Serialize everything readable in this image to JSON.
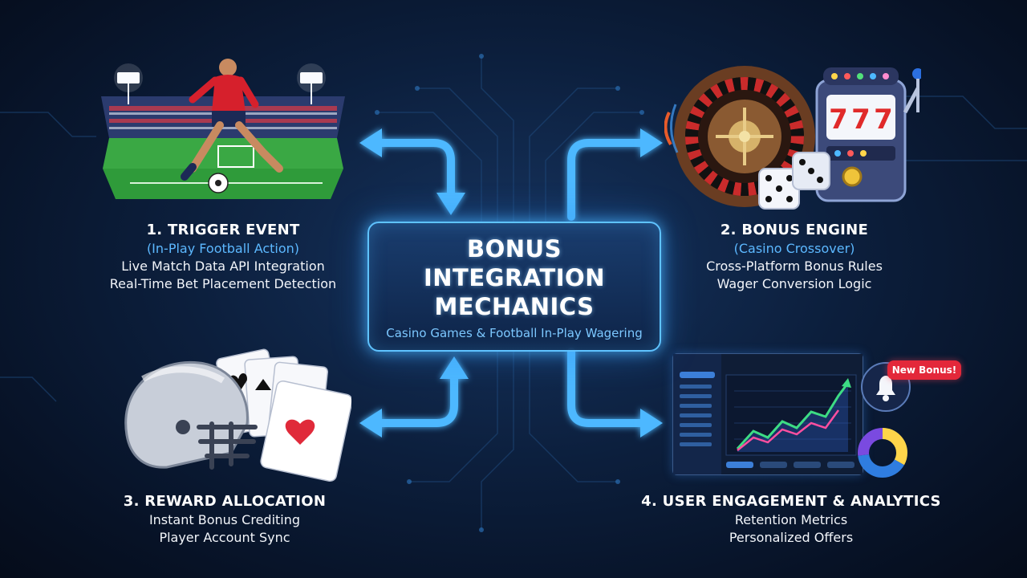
{
  "center": {
    "title": "BONUS\nINTEGRATION\nMECHANICS",
    "subtitle": "Casino Games & Football In-Play Wagering"
  },
  "stages": [
    {
      "title": "1. TRIGGER EVENT",
      "subtitle": "(In-Play Football Action)",
      "lines": [
        "Live Match Data API Integration",
        "Real-Time Bet Placement Detection"
      ]
    },
    {
      "title": "2. BONUS ENGINE",
      "subtitle": "(Casino Crossover)",
      "lines": [
        "Cross-Platform Bonus Rules",
        "Wager Conversion Logic"
      ]
    },
    {
      "title": "3. REWARD ALLOCATION",
      "subtitle": "",
      "lines": [
        "Instant Bonus Crediting",
        "Player Account Sync"
      ]
    },
    {
      "title": "4. USER ENGAGEMENT & ANALYTICS",
      "subtitle": "",
      "lines": [
        "Retention Metrics",
        "Personalized Offers"
      ]
    }
  ],
  "notification": {
    "badge": "New Bonus!"
  },
  "slot_reels": [
    "7",
    "7",
    "7"
  ],
  "colors": {
    "arrow": "#4db8ff",
    "accent_text": "#5cb8ff",
    "badge": "#e3283a",
    "chart_line": "#3ddc84",
    "chart_line_alt": "#ff4fa0"
  },
  "icons": [
    "football-player-illustration",
    "roulette-wheel-illustration",
    "slot-machine-illustration",
    "dice-illustration",
    "football-helmet-illustration",
    "playing-cards-illustration",
    "analytics-dashboard-illustration",
    "bell-icon",
    "donut-chart-icon"
  ]
}
